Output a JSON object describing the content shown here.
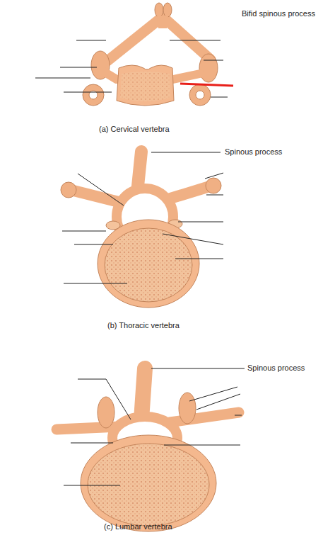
{
  "diagram": {
    "labels": [
      "Bifid spinous process",
      "(a) Cervical vertebra",
      "Spinous process",
      "(b) Thoracic vertebra",
      "Spinous process",
      "(c) Lumbar vertebra"
    ]
  }
}
